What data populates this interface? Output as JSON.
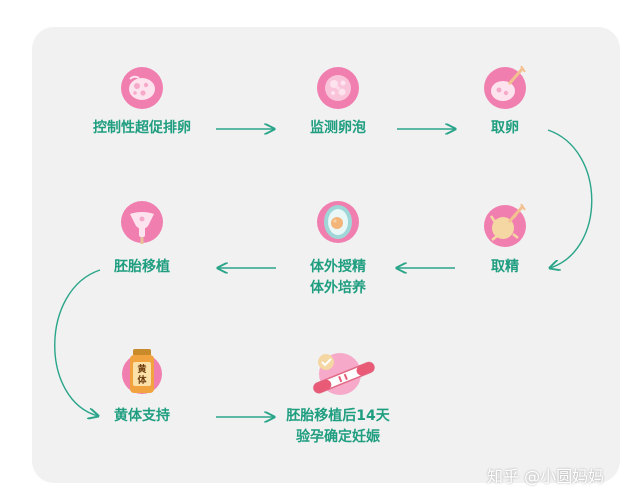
{
  "steps": {
    "ovulation": "控制性超促排卵",
    "monitor": "监测卵泡",
    "retrieve_egg": "取卵",
    "retrieve_sperm": "取精",
    "fertilization_1": "体外授精",
    "fertilization_2": "体外培养",
    "transfer": "胚胎移植",
    "luteal_support": "黄体支持",
    "pregnancy_test_1": "胚胎移植后14天",
    "pregnancy_test_2": "验孕确定妊娠"
  },
  "bottle_text": {
    "line1": "黄",
    "line2": "体"
  },
  "watermark": "知乎 @小圆妈妈",
  "colors": {
    "panel": "#f1f1f1",
    "text": "#1f9e80",
    "arrow": "#2aa58a",
    "icon_circle": "#f07fb0",
    "icon_circle_light": "#f6a9c9"
  },
  "icons": {
    "ovulation": "ovary-icon",
    "monitor": "follicle-icon",
    "retrieve_egg": "egg-retrieval-icon",
    "retrieve_sperm": "sperm-retrieval-icon",
    "fertilization": "embryo-culture-icon",
    "transfer": "uterus-icon",
    "luteal_support": "medicine-bottle-icon",
    "pregnancy_test": "pregnancy-test-icon"
  }
}
